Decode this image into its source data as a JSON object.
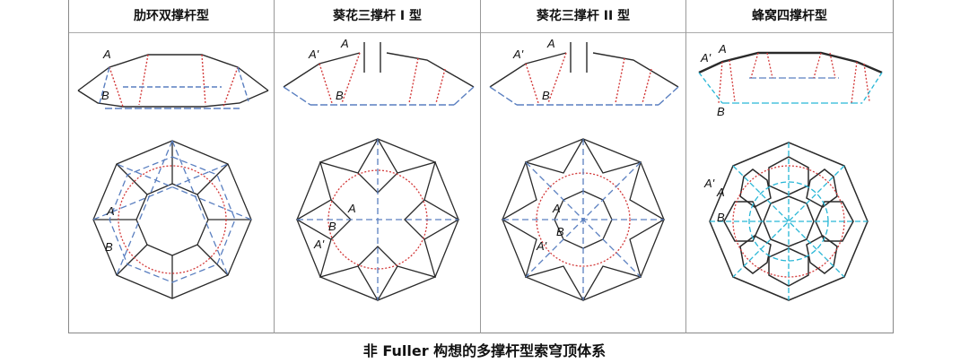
{
  "caption": "非 Fuller 构想的多撑杆型索穹顶体系",
  "panels": [
    {
      "title": "肋环双撑杆型",
      "labels": [
        "A",
        "B",
        "A",
        "B"
      ]
    },
    {
      "title": "葵花三撑杆 I 型",
      "labels": [
        "A'",
        "A",
        "B",
        "A",
        "B",
        "A'"
      ]
    },
    {
      "title": "葵花三撑杆 II 型",
      "labels": [
        "A'",
        "A",
        "B",
        "A",
        "B",
        "A'"
      ]
    },
    {
      "title": "蜂窝四撑杆型",
      "labels": [
        "A'",
        "A",
        "B",
        "A'",
        "A",
        "B"
      ]
    }
  ],
  "colors": {
    "cable": "#2a2a2a",
    "strut": "#d33b3b",
    "lower": "#5a7fc0",
    "cyan": "#27b6d6"
  }
}
